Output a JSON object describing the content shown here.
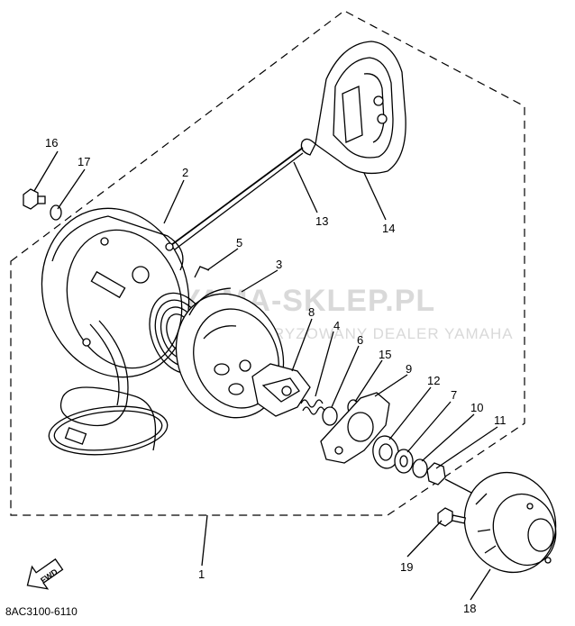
{
  "diagram": {
    "reference_code": "8AC3100-6110",
    "watermark": {
      "main": "YAMA-SKLEP.PL",
      "sub": "AUTORYZOWANY DEALER YAMAHA"
    },
    "direction_tag": "FWD",
    "colors": {
      "line": "#000000",
      "watermark": "#d9d9d9",
      "watermark_logo": "#e8a0a0"
    },
    "part_labels": [
      "1",
      "2",
      "3",
      "4",
      "5",
      "6",
      "7",
      "8",
      "9",
      "10",
      "11",
      "12",
      "13",
      "14",
      "15",
      "16",
      "17",
      "18",
      "19"
    ]
  }
}
